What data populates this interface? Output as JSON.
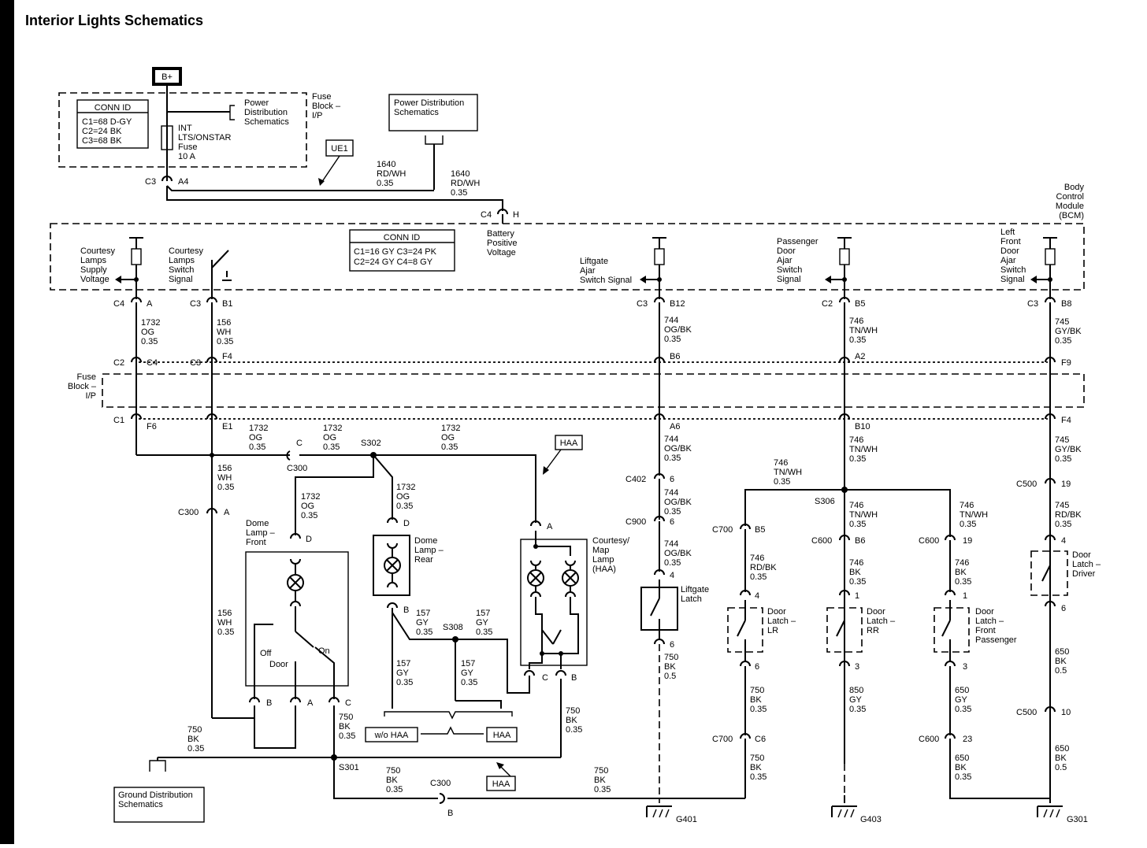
{
  "title": "Interior Lights Schematics",
  "power": {
    "bplus": "B+",
    "conn_id_top": {
      "header": "CONN ID",
      "lines": [
        "C1=68 D-GY",
        "C2=24 BK",
        "C3=68 BK"
      ]
    },
    "pds_ref": [
      "Power",
      "Distribution",
      "Schematics"
    ],
    "fuse_block_label": [
      "Fuse",
      "Block –",
      "I/P"
    ],
    "fuse": [
      "INT",
      "LTS/ONSTAR",
      "Fuse",
      "10 A"
    ],
    "pds_box": [
      "Power Distribution",
      "Schematics"
    ],
    "ue1": "UE1",
    "wire_1640_a": [
      "1640",
      "RD/WH",
      "0.35"
    ],
    "wire_1640_b": [
      "1640",
      "RD/WH",
      "0.35"
    ],
    "c3": "C3",
    "a4": "A4",
    "c4": "C4",
    "h": "H"
  },
  "bcm": {
    "label": [
      "Body",
      "Control",
      "Module",
      "(BCM)"
    ],
    "conn_id": {
      "header": "CONN ID",
      "lines": [
        "C1=16 GY  C3=24 PK",
        "C2=24 GY  C4=8 GY"
      ]
    },
    "battery_label": [
      "Battery",
      "Positive",
      "Voltage"
    ],
    "courtesy_supply": [
      "Courtesy",
      "Lamps",
      "Supply",
      "Voltage"
    ],
    "courtesy_switch": [
      "Courtesy",
      "Lamps",
      "Switch",
      "Signal"
    ],
    "liftgate": [
      "Liftgate",
      "Ajar",
      "Switch Signal"
    ],
    "passenger": [
      "Passenger",
      "Door",
      "Ajar",
      "Switch",
      "Signal"
    ],
    "left_front": [
      "Left",
      "Front",
      "Door",
      "Ajar",
      "Switch",
      "Signal"
    ]
  },
  "columns": {
    "c1": {
      "top_conn": [
        "C4",
        "A"
      ],
      "wire": [
        "1732",
        "OG",
        "0.35"
      ],
      "mid_conn": [
        "C2",
        "C4"
      ],
      "bot_conn": [
        "C1",
        "F6"
      ]
    },
    "c2": {
      "top_conn": [
        "C3",
        "B1"
      ],
      "wire": [
        "156",
        "WH",
        "0.35"
      ],
      "mid_conn": [
        "C3",
        "F4"
      ],
      "bot_conn": [
        "E1"
      ]
    },
    "c3": {
      "top_conn": [
        "C3",
        "B12"
      ],
      "wire": [
        "744",
        "OG/BK",
        "0.35"
      ],
      "mid_conn": [
        "B6"
      ],
      "bot_conn": [
        "A6"
      ]
    },
    "c4": {
      "top_conn": [
        "C2",
        "B5"
      ],
      "wire": [
        "746",
        "TN/WH",
        "0.35"
      ],
      "mid_conn": [
        "A2"
      ],
      "bot_conn": [
        "B10"
      ]
    },
    "c5": {
      "top_conn": [
        "C3",
        "B8"
      ],
      "wire": [
        "745",
        "GY/BK",
        "0.35"
      ],
      "mid_conn": [
        "F9"
      ],
      "bot_conn": [
        "F4"
      ]
    },
    "fuse_block_mid": [
      "Fuse",
      "Block –",
      "I/P"
    ]
  },
  "lower": {
    "w1732_a": [
      "1732",
      "OG",
      "0.35"
    ],
    "w1732_b": [
      "1732",
      "OG",
      "0.35"
    ],
    "w1732_c": [
      "1732",
      "OG",
      "0.35"
    ],
    "w1732_d": [
      "1732",
      "OG",
      "0.35"
    ],
    "w1732_e": [
      "1732",
      "OG",
      "0.35"
    ],
    "c_label": "C",
    "c300_a": "C300",
    "s302": "S302",
    "w156_a": [
      "156",
      "WH",
      "0.35"
    ],
    "w156_b": [
      "156",
      "WH",
      "0.35"
    ],
    "c300_b": "C300",
    "a_label": "A",
    "haa_top": "HAA",
    "dome_front": [
      "Dome",
      "Lamp –",
      "Front"
    ],
    "d1": "D",
    "dome_rear": [
      "Dome",
      "Lamp –",
      "Rear"
    ],
    "d2": "D",
    "b_rear": "B",
    "courtesy_map": [
      "Courtesy/",
      "Map",
      "Lamp",
      "(HAA)"
    ],
    "a_map": "A",
    "off": "Off",
    "door": "Door",
    "on": "On",
    "pins_front": [
      "B",
      "A",
      "C"
    ],
    "w157_a": [
      "157",
      "GY",
      "0.35"
    ],
    "w157_b": [
      "157",
      "GY",
      "0.35"
    ],
    "w157_c": [
      "157",
      "GY",
      "0.35"
    ],
    "w157_d": [
      "157",
      "GY",
      "0.35"
    ],
    "s308": "S308",
    "pins_map": [
      "C",
      "B"
    ],
    "wo_haa": "w/o HAA",
    "haa_mid": "HAA",
    "haa_bot": "HAA",
    "w750_a": [
      "750",
      "BK",
      "0.35"
    ],
    "w750_b": [
      "750",
      "BK",
      "0.35"
    ],
    "w750_c": [
      "750",
      "BK",
      "0.35"
    ],
    "w750_d": [
      "750",
      "BK",
      "0.35"
    ],
    "w750_e": [
      "750",
      "BK",
      "0.35"
    ],
    "s301": "S301",
    "c300_c": "C300",
    "b_c300": "B",
    "ground_dist": [
      "Ground Distribution",
      "Schematics"
    ]
  },
  "liftgate_col": {
    "w744_a": [
      "744",
      "OG/BK",
      "0.35"
    ],
    "c402": "C402",
    "p6a": "6",
    "w744_b": [
      "744",
      "OG/BK",
      "0.35"
    ],
    "c900": "C900",
    "p6b": "6",
    "w744_c": [
      "744",
      "OG/BK",
      "0.35"
    ],
    "p4": "4",
    "latch": [
      "Liftgate",
      "Latch"
    ],
    "p6c": "6",
    "w750": [
      "750",
      "BK",
      "0.5"
    ],
    "g401": "G401"
  },
  "s306": {
    "label": "S306",
    "w746_top": [
      "746",
      "TN/WH",
      "0.35"
    ],
    "w746_a": [
      "746",
      "TN/WH",
      "0.35"
    ],
    "w746_b": [
      "746",
      "TN/WH",
      "0.35"
    ],
    "c700": "C700",
    "b5": "B5",
    "c600a": "C600",
    "b6": "B6",
    "c600b": "C600",
    "p19": "19",
    "w746_rd": [
      "746",
      "RD/BK",
      "0.35"
    ],
    "w746_bk1": [
      "746",
      "BK",
      "0.35"
    ],
    "w746_bk2": [
      "746",
      "BK",
      "0.35"
    ],
    "lr_pin_top": "4",
    "rr_pin_top": "1",
    "fp_pin_top": "1",
    "latch_lr": [
      "Door",
      "Latch –",
      "LR"
    ],
    "latch_rr": [
      "Door",
      "Latch –",
      "RR"
    ],
    "latch_fp": [
      "Door",
      "Latch –",
      "Front",
      "Passenger"
    ],
    "lr_pin_bot": "6",
    "rr_pin_bot": "3",
    "fp_pin_bot": "3",
    "w750_lr": [
      "750",
      "BK",
      "0.35"
    ],
    "w850": [
      "850",
      "GY",
      "0.35"
    ],
    "w650_fp": [
      "650",
      "GY",
      "0.35"
    ],
    "c700b": "C700",
    "c6": "C6",
    "c600c": "C600",
    "p23": "23",
    "w750_lr2": [
      "750",
      "BK",
      "0.35"
    ],
    "w650_fp2": [
      "650",
      "BK",
      "0.35"
    ],
    "g403": "G403"
  },
  "driver_col": {
    "c500a": "C500",
    "p19": "19",
    "w745": [
      "745",
      "RD/BK",
      "0.35"
    ],
    "p4": "4",
    "latch": [
      "Door",
      "Latch –",
      "Driver"
    ],
    "p6": "6",
    "w650a": [
      "650",
      "BK",
      "0.5"
    ],
    "c500b": "C500",
    "p10": "10",
    "w650b": [
      "650",
      "BK",
      "0.5"
    ],
    "g301": "G301"
  }
}
